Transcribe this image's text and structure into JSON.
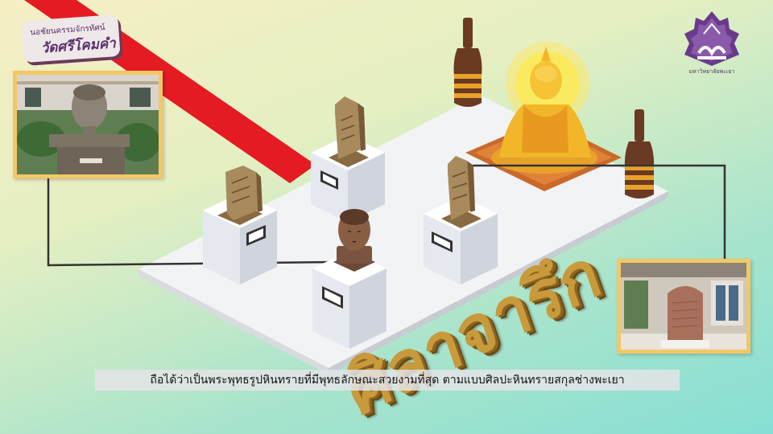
{
  "header": {
    "program_label": "นอชัยนครรมจักรทัศน์",
    "place_label": "วัดศรีโคมคำ"
  },
  "logo": {
    "icon": "university-crest-icon",
    "caption": "มหาวิทยาลัยพะเยา"
  },
  "scene": {
    "title": "ศิลาจารึก",
    "accent_colors": {
      "ribbon": "#e51b24",
      "pedestal": "#dce1ea",
      "stone": "#a88a5c",
      "gold": "#f2b62a",
      "frame": "#f4c766"
    }
  },
  "subtitle": "ถือได้ว่าเป็นพระพุทธรูปหินทรายที่มีพุทธลักษณะสวยงามที่สุด ตามแบบศิลปะหินทรายสกุลช่างพะเยา"
}
